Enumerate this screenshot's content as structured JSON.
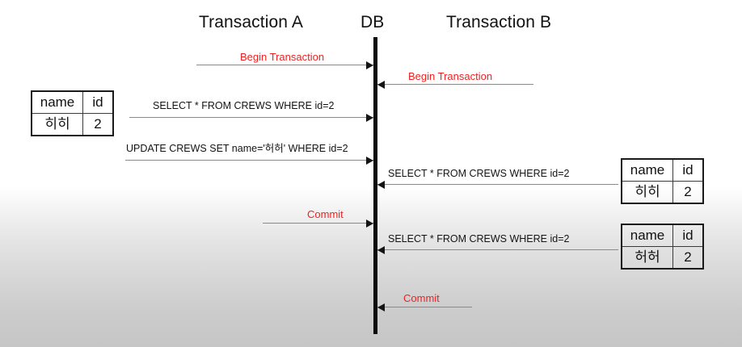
{
  "diagram": {
    "title_transaction_a": "Transaction A",
    "title_db": "DB",
    "title_transaction_b": "Transaction B",
    "colors": {
      "message_red": "#ee2222",
      "message_black": "#141414",
      "lifeline": "#0a0a0a",
      "line": "#8a8a8a"
    },
    "messages": [
      {
        "id": "a-begin",
        "label": "Begin Transaction",
        "actor": "Transaction A",
        "direction": "right",
        "style": "red"
      },
      {
        "id": "b-begin",
        "label": "Begin Transaction",
        "actor": "Transaction B",
        "direction": "left",
        "style": "red"
      },
      {
        "id": "a-select",
        "label": "SELECT * FROM CREWS WHERE id=2",
        "actor": "Transaction A",
        "direction": "right",
        "style": "black"
      },
      {
        "id": "a-update",
        "label": "UPDATE CREWS SET name='허허' WHERE id=2",
        "actor": "Transaction A",
        "direction": "right",
        "style": "black"
      },
      {
        "id": "b-select-1",
        "label": "SELECT * FROM CREWS WHERE id=2",
        "actor": "Transaction B",
        "direction": "left",
        "style": "black"
      },
      {
        "id": "a-commit",
        "label": "Commit",
        "actor": "Transaction A",
        "direction": "right",
        "style": "red"
      },
      {
        "id": "b-select-2",
        "label": "SELECT * FROM CREWS WHERE id=2",
        "actor": "Transaction B",
        "direction": "left",
        "style": "black"
      },
      {
        "id": "b-commit",
        "label": "Commit",
        "actor": "Transaction B",
        "direction": "left",
        "style": "red"
      }
    ],
    "result_sets": [
      {
        "id": "result-a-select",
        "headers": {
          "name": "name",
          "id": "id"
        },
        "row": {
          "name": "히히",
          "id": "2"
        }
      },
      {
        "id": "result-b-select-1",
        "headers": {
          "name": "name",
          "id": "id"
        },
        "row": {
          "name": "히히",
          "id": "2"
        }
      },
      {
        "id": "result-b-select-2",
        "headers": {
          "name": "name",
          "id": "id"
        },
        "row": {
          "name": "허허",
          "id": "2"
        }
      }
    ]
  }
}
